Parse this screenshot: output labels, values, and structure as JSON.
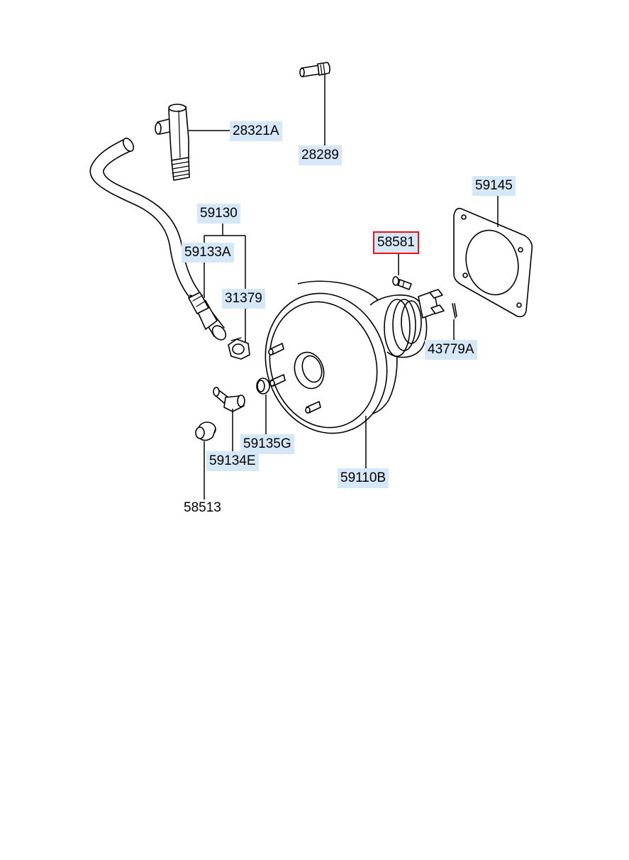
{
  "parts": [
    {
      "id": "part-28321A",
      "number": "28321A",
      "highlighted": true
    },
    {
      "id": "part-28289",
      "number": "28289",
      "highlighted": true
    },
    {
      "id": "part-59145",
      "number": "59145",
      "highlighted": true
    },
    {
      "id": "part-59130",
      "number": "59130",
      "highlighted": true
    },
    {
      "id": "part-59133A",
      "number": "59133A",
      "highlighted": true
    },
    {
      "id": "part-58581",
      "number": "58581",
      "highlighted": true,
      "selected": true
    },
    {
      "id": "part-31379",
      "number": "31379",
      "highlighted": true
    },
    {
      "id": "part-43779A",
      "number": "43779A",
      "highlighted": true
    },
    {
      "id": "part-59135G",
      "number": "59135G",
      "highlighted": true
    },
    {
      "id": "part-59134E",
      "number": "59134E",
      "highlighted": true
    },
    {
      "id": "part-59110B",
      "number": "59110B",
      "highlighted": true
    },
    {
      "id": "part-58513",
      "number": "58513",
      "highlighted": false
    }
  ],
  "colors": {
    "label_background": "#d6e8f7",
    "selected_outline": "#e8141a",
    "line": "#000000"
  }
}
